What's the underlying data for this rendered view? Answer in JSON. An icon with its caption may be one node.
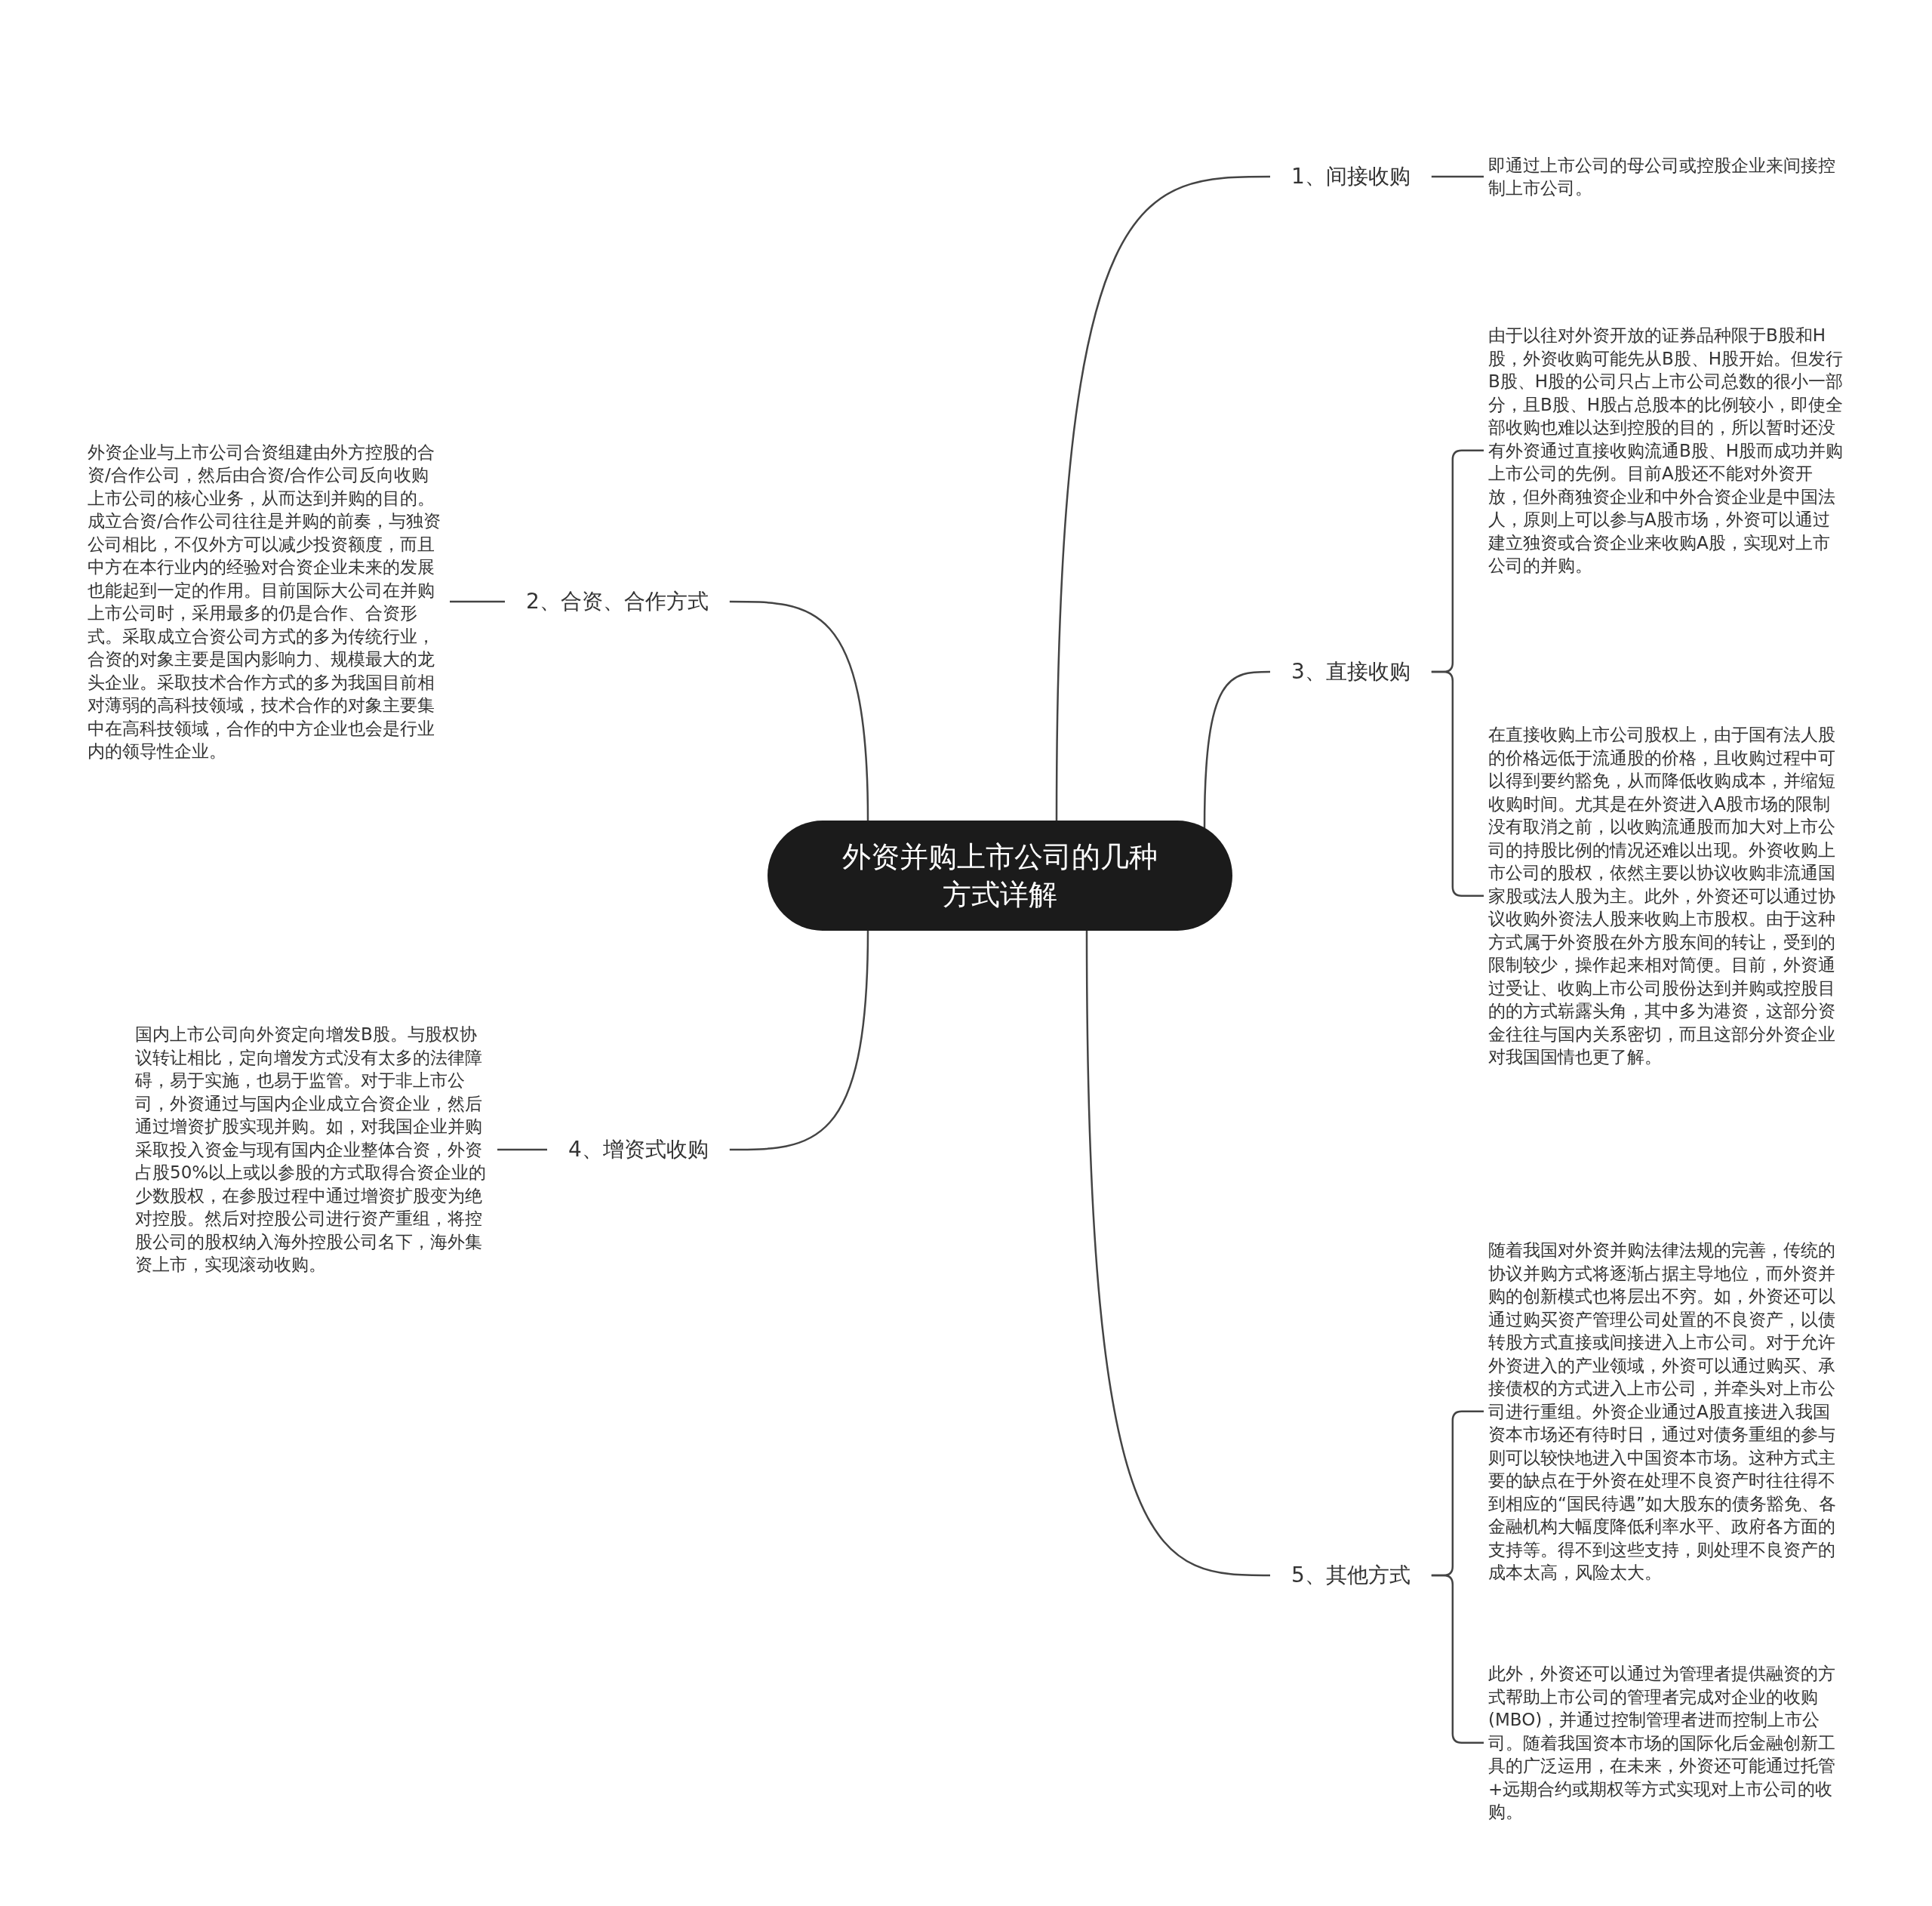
{
  "diagram": {
    "nodes": [
      {
        "text": [
          "外资并购上市公司的几种方式详解"
        ]
      },
      {
        "text": [
          "1、间接收购"
        ]
      },
      {
        "text": [
          "即通过上市公司的母公司或控股企业来间接控制上市公司。"
        ]
      },
      {
        "text": [
          "2、合资、合作方式"
        ]
      },
      {
        "text": [
          "外资企业与上市公司合资组建由外方控股的合资/合作公司，然后由合资/合作公司反向收购上市公司的核心业务，从而达到并购的目的。成立合资/合作公司往往是并购的前奏，与独资公司相比，不仅外方可以减少投资额度，而且中方在本行业内的经验对合资企业未来的发展也能起到一定的作用。目前国际大公司在并购上市公司时，采用最多的仍是合作、合资形式。采取成立合资公司方式的多为传统行业，合资的对象主要是国内影响力、规模最大的龙头企业。采取技术合作方式的多为我国目前相对薄弱的高科技领域，技术合作的对象主要集中在高科技领域，合作的中方企业也会是行业内的领导性企业。"
        ]
      },
      {
        "text": [
          "3、直接收购"
        ]
      },
      {
        "text": [
          "由于以往对外资开放的证券品种限于B股和H股，外资收购可能先从B股、H股开始。但发行B股、H股的公司只占上市公司总数的很小一部分，且B股、H股占总股本的比例较小，即使全部收购也难以达到控股的目的，所以暂时还没有外资通过直接收购流通B股、H股而成功并购上市公司的先例。目前A股还不能对外资开放，但外商独资企业和中外合资企业是中国法人，原则上可以参与A股市场，外资可以通过建立独资或合资企业来收购A股，实现对上市公司的并购。"
        ]
      },
      {
        "text": [
          "在直接收购上市公司股权上，由于国有法人股的价格远低于流通股的价格，且收购过程中可以得到要约豁免，从而降低收购成本，并缩短收购时间。尤其是在外资进入A股市场的限制没有取消之前，以收购流通股而加大对上市公司的持股比例的情况还难以出现。外资收购上市公司的股权，依然主要以协议收购非流通国家股或法人股为主。此外，外资还可以通过协议收购外资法人股来收购上市股权。由于这种方式属于外资股在外方股东间的转让，受到的限制较少，操作起来相对简便。目前，外资通过受让、收购上市公司股份达到并购或控股目的的方式崭露头角，其中多为港资，这部分资金往往与国内关系密切，而且这部分外资企业对我国国情也更了解。"
        ]
      },
      {
        "text": [
          "4、增资式收购"
        ]
      },
      {
        "text": [
          "国内上市公司向外资定向增发B股。与股权协议转让相比，定向增发方式没有太多的法律障碍，易于实施，也易于监管。对于非上市公司，外资通过与国内企业成立合资企业，然后通过增资扩股实现并购。如，对我国企业并购采取投入资金与现有国内企业整体合资，外资占股50%以上或以参股的方式取得合资企业的少数股权，在参股过程中通过增资扩股变为绝对控股。然后对控股公司进行资产重组，将控股公司的股权纳入海外控股公司名下，海外集资上市，实现滚动收购。"
        ]
      },
      {
        "text": [
          "5、其他方式"
        ]
      },
      {
        "text": [
          "随着我国对外资并购法律法规的完善，传统的协议并购方式将逐渐占据主导地位，而外资并购的创新模式也将层出不穷。如，外资还可以通过购买资产管理公司处置的不良资产，以债转股方式直接或间接进入上市公司。对于允许外资进入的产业领域，外资可以通过购买、承接债权的方式进入上市公司，并牵头对上市公司进行重组。外资企业通过A股直接进入我国资本市场还有待时日，通过对债务重组的参与则可以较快地进入中国资本市场。这种方式主要的缺点在于外资在处理不良资产时往往得不到相应的“国民待遇”如大股东的债务豁免、各金融机构大幅度降低利率水平、政府各方面的支持等。得不到这些支持，则处理不良资产的成本太高，风险太大。"
        ]
      },
      {
        "text": [
          "此外，外资还可以通过为管理者提供融资的方式帮助上市公司的管理者完成对企业的收购(MBO)，并通过控制管理者进而控制上市公司。随着我国资本市场的国际化后金融创新工具的广泛运用，在未来，外资还可能通过托管+远期合约或期权等方式实现对上市公司的收购。"
        ]
      }
    ],
    "edges": [
      {
        "from": 0,
        "to": 1,
        "arrow": "none"
      },
      {
        "from": 1,
        "to": 2,
        "arrow": "none"
      },
      {
        "from": 0,
        "to": 3,
        "arrow": "none"
      },
      {
        "from": 3,
        "to": 4,
        "arrow": "none"
      },
      {
        "from": 0,
        "to": 5,
        "arrow": "none"
      },
      {
        "from": 5,
        "to": 6,
        "arrow": "none"
      },
      {
        "from": 5,
        "to": 7,
        "arrow": "none"
      },
      {
        "from": 0,
        "to": 8,
        "arrow": "none"
      },
      {
        "from": 8,
        "to": 9,
        "arrow": "none"
      },
      {
        "from": 0,
        "to": 10,
        "arrow": "none"
      },
      {
        "from": 10,
        "to": 11,
        "arrow": "none"
      },
      {
        "from": 10,
        "to": 12,
        "arrow": "none"
      }
    ]
  }
}
